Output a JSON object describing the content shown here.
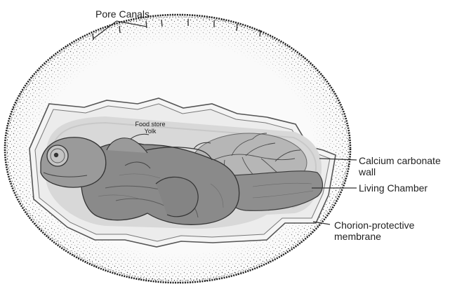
{
  "labels": {
    "pore_canals": "Pore Canals",
    "food_store_line1": "Food store",
    "food_store_line2": "Yolk",
    "calcium_line1": "Calcium carbonate",
    "calcium_line2": "wall",
    "living_chamber": "Living Chamber",
    "chorion_line1": "Chorion-protective",
    "chorion_line2": "membrane"
  },
  "colors": {
    "shell_stipple": "#1e1e1e",
    "shell_fill": "#fafafa",
    "membrane": "#555555",
    "chamber": "#d8d8d8",
    "embryo": "#8a8a8a",
    "leader_line": "#333333"
  }
}
